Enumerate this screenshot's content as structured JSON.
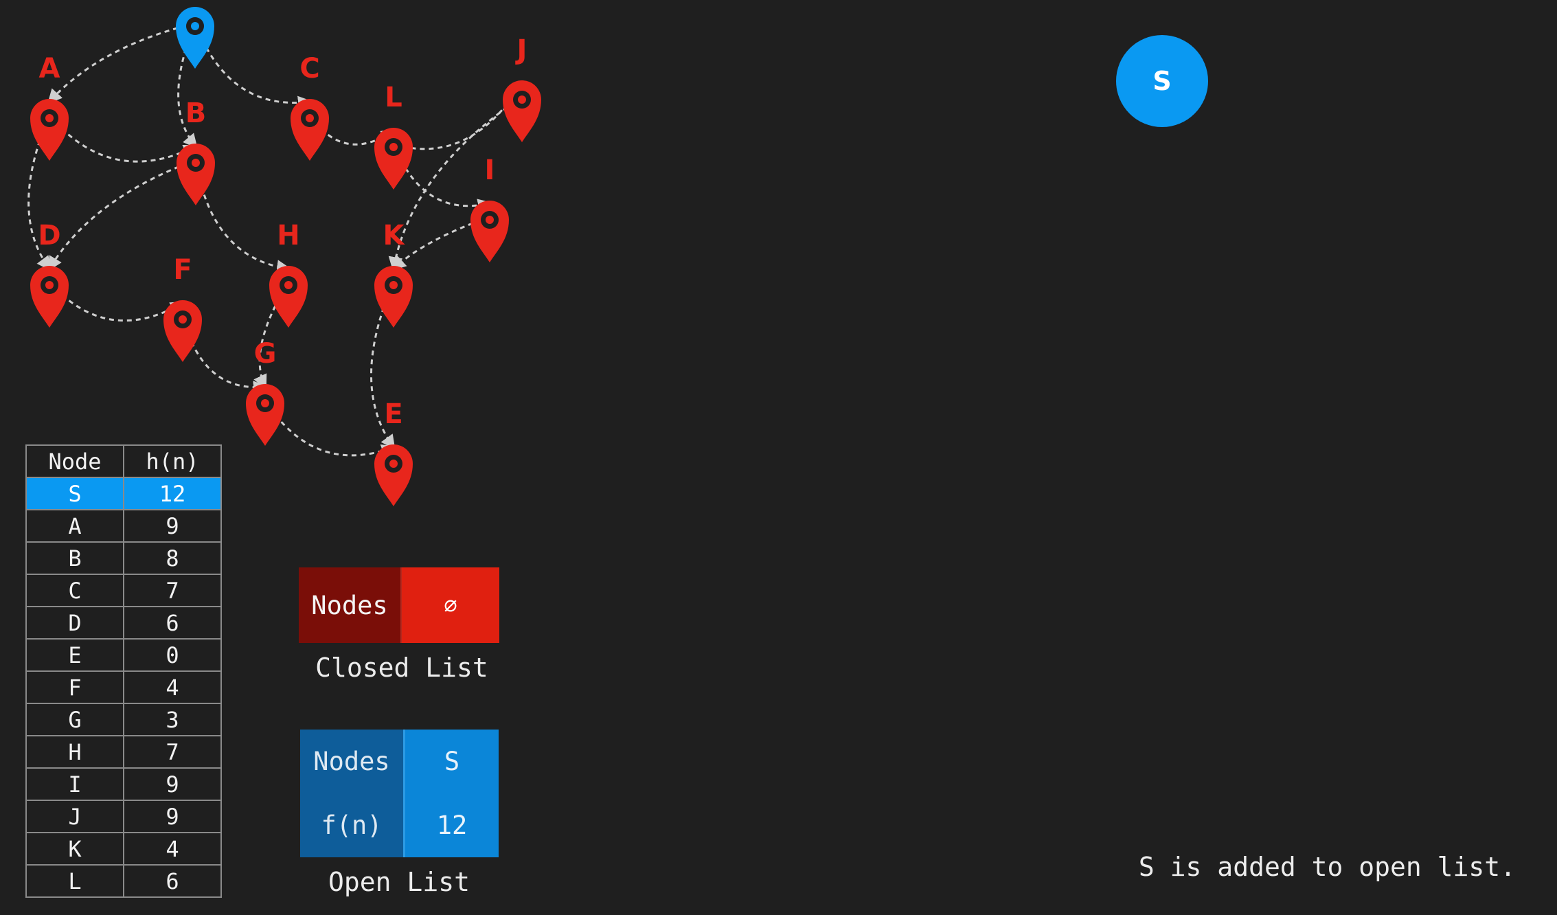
{
  "graph": {
    "start_label": "S",
    "colors": {
      "start": "#0a99f2",
      "node": "#e8261c",
      "edge": "#cfcfcf"
    },
    "nodes": [
      "S",
      "A",
      "B",
      "C",
      "D",
      "E",
      "F",
      "G",
      "H",
      "I",
      "J",
      "K",
      "L"
    ],
    "edges": [
      [
        "S",
        "A"
      ],
      [
        "S",
        "B"
      ],
      [
        "S",
        "C"
      ],
      [
        "A",
        "B"
      ],
      [
        "A",
        "D"
      ],
      [
        "B",
        "D"
      ],
      [
        "B",
        "H"
      ],
      [
        "C",
        "L"
      ],
      [
        "L",
        "J"
      ],
      [
        "L",
        "I"
      ],
      [
        "I",
        "K"
      ],
      [
        "J",
        "K"
      ],
      [
        "D",
        "F"
      ],
      [
        "F",
        "G"
      ],
      [
        "H",
        "G"
      ],
      [
        "G",
        "E"
      ],
      [
        "K",
        "E"
      ]
    ]
  },
  "table": {
    "headers": [
      "Node",
      "h(n)"
    ],
    "rows": [
      [
        "S",
        "12"
      ],
      [
        "A",
        "9"
      ],
      [
        "B",
        "8"
      ],
      [
        "C",
        "7"
      ],
      [
        "D",
        "6"
      ],
      [
        "E",
        "0"
      ],
      [
        "F",
        "4"
      ],
      [
        "G",
        "3"
      ],
      [
        "H",
        "7"
      ],
      [
        "I",
        "9"
      ],
      [
        "J",
        "9"
      ],
      [
        "K",
        "4"
      ],
      [
        "L",
        "6"
      ]
    ],
    "highlighted_row": 0
  },
  "closed_list": {
    "label": "Nodes",
    "value": "⌀",
    "caption": "Closed List"
  },
  "open_list": {
    "labels": [
      "Nodes",
      "f(n)"
    ],
    "values": [
      "S",
      "12"
    ],
    "caption": "Open List"
  },
  "current_node": "S",
  "status": "S is added to open list."
}
